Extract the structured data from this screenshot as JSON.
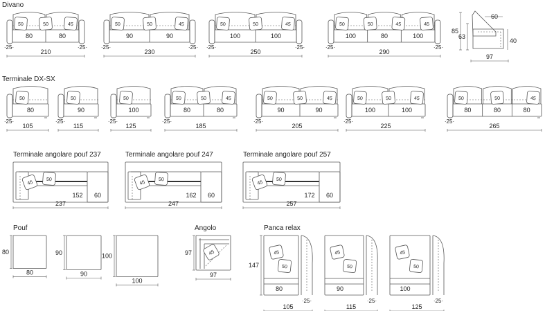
{
  "sections": {
    "divano": "Divano",
    "terminale": "Terminale DX-SX",
    "ang237": "Terminale angolare pouf 237",
    "ang247": "Terminale angolare pouf 247",
    "ang257": "Terminale angolare pouf 257",
    "pouf": "Pouf",
    "angolo": "Angolo",
    "panca": "Panca relax"
  },
  "divano": [
    {
      "width_label": "210",
      "seats": [
        "80",
        "80"
      ],
      "cushions": [
        "50",
        "50",
        "45"
      ],
      "arm": "25"
    },
    {
      "width_label": "230",
      "seats": [
        "90",
        "90"
      ],
      "cushions": [
        "50",
        "50",
        "45"
      ],
      "arm": "25"
    },
    {
      "width_label": "250",
      "seats": [
        "100",
        "100"
      ],
      "cushions": [
        "50",
        "50",
        "45"
      ],
      "arm": "25"
    },
    {
      "width_label": "290",
      "seats": [
        "100",
        "80",
        "100"
      ],
      "cushions": [
        "50",
        "50",
        "45",
        "45"
      ],
      "arm": "25"
    }
  ],
  "side_view": {
    "top": "60",
    "height": "85",
    "seat": "63",
    "seat_h": "40",
    "depth": "97"
  },
  "terminale": [
    {
      "width_label": "105",
      "seats": [
        "80"
      ],
      "cushions": [
        "50"
      ],
      "arm": "25"
    },
    {
      "width_label": "115",
      "seats": [
        "90"
      ],
      "cushions": [
        "50"
      ],
      "arm": "25"
    },
    {
      "width_label": "125",
      "seats": [
        "100"
      ],
      "cushions": [
        "50"
      ],
      "arm": "25"
    },
    {
      "width_label": "185",
      "seats": [
        "80",
        "80"
      ],
      "cushions": [
        "50",
        "50",
        "45"
      ],
      "arm": "25"
    },
    {
      "width_label": "205",
      "seats": [
        "90",
        "90"
      ],
      "cushions": [
        "50",
        "50",
        "45"
      ],
      "arm": "25"
    },
    {
      "width_label": "225",
      "seats": [
        "100",
        "100"
      ],
      "cushions": [
        "50",
        "50",
        "45"
      ],
      "arm": "25"
    },
    {
      "width_label": "265",
      "seats": [
        "80",
        "80",
        "80"
      ],
      "cushions": [
        "50",
        "50",
        "45"
      ],
      "arm": "25"
    }
  ],
  "angolari": [
    {
      "width_label": "237",
      "seat": "152",
      "depth": "60",
      "cushions": [
        "45",
        "50"
      ]
    },
    {
      "width_label": "247",
      "seat": "162",
      "depth": "60",
      "cushions": [
        "45",
        "50"
      ]
    },
    {
      "width_label": "257",
      "seat": "172",
      "depth": "60",
      "cushions": [
        "45",
        "50"
      ]
    }
  ],
  "pouf": [
    {
      "w": "80",
      "h": "80"
    },
    {
      "w": "90",
      "h": "90"
    },
    {
      "w": "100",
      "h": "100"
    }
  ],
  "angolo": {
    "w": "97",
    "h": "97"
  },
  "panca": {
    "depth": "147",
    "arm": "25",
    "items": [
      {
        "width_label": "105",
        "seat": "80",
        "cushions": [
          "45",
          "50"
        ]
      },
      {
        "width_label": "115",
        "seat": "90",
        "cushions": [
          "45",
          "50"
        ]
      },
      {
        "width_label": "125",
        "seat": "100",
        "cushions": [
          "45",
          "50"
        ]
      }
    ]
  }
}
